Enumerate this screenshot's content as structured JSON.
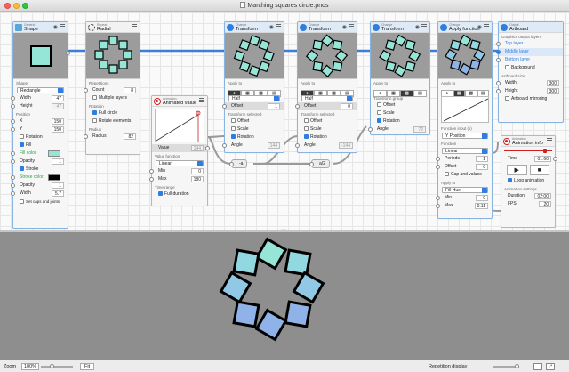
{
  "window": {
    "title": "Marching squares circle.pnds"
  },
  "nodes": {
    "shape": {
      "category": "Generic",
      "name": "Shape",
      "shape_section": "Shape",
      "shape_value": "Rectangle",
      "width_label": "Width",
      "width_value": "47",
      "height_label": "Height",
      "height_value": "47",
      "position_section": "Position",
      "x_label": "X",
      "x_value": "150",
      "y_label": "Y",
      "y_value": "150",
      "rotation_label": "Rotation",
      "fill_label": "Fill",
      "fill_color_label": "Fill color",
      "fill_color": "#96e6d8",
      "opacity1_label": "Opacity",
      "opacity1_value": "1",
      "stroke_label": "Stroke",
      "stroke_color_label": "Stroke color",
      "stroke_color": "#000000",
      "opacity2_label": "Opacity",
      "opacity2_value": "1",
      "stroke_width_label": "Width",
      "stroke_width_value": "5.7",
      "caps_label": "Set caps and joints"
    },
    "radial": {
      "category": "Repeat",
      "name": "Radial",
      "repetitions_section": "Repetitions",
      "count_label": "Count",
      "count_value": "8",
      "multiple_layers_label": "Multiple layers",
      "rotation_section": "Rotation",
      "full_circle_label": "Full circle",
      "rotate_elements_label": "Rotate elements",
      "radius_section": "Radius",
      "radius_label": "Radius",
      "radius_value": "82"
    },
    "animated": {
      "category": "Animation",
      "name": "Animated value",
      "value_label": "Value",
      "value_value": "144",
      "value_function_label": "Value function",
      "value_function_value": "Linear",
      "min_label": "Min",
      "min_value": "0",
      "max_label": "Max",
      "max_value": "180",
      "time_range_label": "Time range",
      "full_duration_label": "Full duration"
    },
    "transform1": {
      "category": "Change",
      "name": "Transform",
      "apply_to": "Apply to",
      "half_value": "Half",
      "offset_label": "Offset",
      "offset_value": "1",
      "selected_label": "Transform selected",
      "opt_offset": "Offset",
      "opt_scale": "Scale",
      "opt_rotation": "Rotation",
      "angle_label": "Angle",
      "angle_value": "144"
    },
    "transform2": {
      "category": "Change",
      "name": "Transform",
      "apply_to": "Apply to",
      "half_value": "Half",
      "offset_label": "Offset",
      "offset_value": "0",
      "selected_label": "Transform selected",
      "opt_offset": "Offset",
      "opt_scale": "Scale",
      "opt_rotation": "Rotation",
      "angle_label": "Angle",
      "angle_value": "-144"
    },
    "transform3": {
      "category": "Change",
      "name": "Transform",
      "apply_to": "Apply to",
      "group_label": "Transform group",
      "opt_offset": "Offset",
      "opt_scale": "Scale",
      "opt_rotation": "Rotation",
      "angle_label": "Angle",
      "angle_value": "72"
    },
    "applyfn": {
      "category": "Change",
      "name": "Apply function",
      "apply_to": "Apply to",
      "fn_input_label": "Function input (x)",
      "fn_input_value": "Y Position",
      "function_label": "Function",
      "function_value": "Linear",
      "periods_label": "Periods",
      "periods_value": "1",
      "offset_label": "Offset",
      "offset_value": "0",
      "cap_label": "Cap and values",
      "apply_to_label": "Apply to",
      "apply_to_value": "Fill Hue",
      "min_label": "Min",
      "min_value": "0",
      "max_label": "Max",
      "max_value": "0.11"
    },
    "artboard": {
      "category": "Output",
      "name": "Artboard",
      "layers_label": "Graphics output layers",
      "top_layer": "Top layer",
      "middle_layer": "Middle layer",
      "bottom_layer": "Bottom layer",
      "background_label": "Background",
      "size_label": "Artboard size",
      "width_label": "Width",
      "width_value": "300",
      "height_label": "Height",
      "height_value": "300",
      "mirroring_label": "Artboard mirroring"
    },
    "animinfo": {
      "category": "Animation",
      "name": "Animation info",
      "time_label": "Time",
      "time_value": "01:60",
      "loop_label": "Loop animation",
      "settings_label": "Animation settings",
      "duration_label": "Duration",
      "duration_value": "02:00",
      "fps_label": "FPS",
      "fps_value": "20"
    },
    "ops": {
      "op1": "a",
      "op1_sym": "-a",
      "op2_sym": "a/2"
    }
  },
  "status": {
    "zoom_label": "Zoom",
    "zoom_value": "100%",
    "fit_label": "Fit",
    "repetition_label": "Repetition display"
  },
  "colors": {
    "accent": "#2f7de1",
    "fill_mint": "#96e6d8",
    "fill_blue": "#8fb3e8",
    "preview_bg": "#9c9c9c",
    "render_bg": "#8e8e8e"
  }
}
